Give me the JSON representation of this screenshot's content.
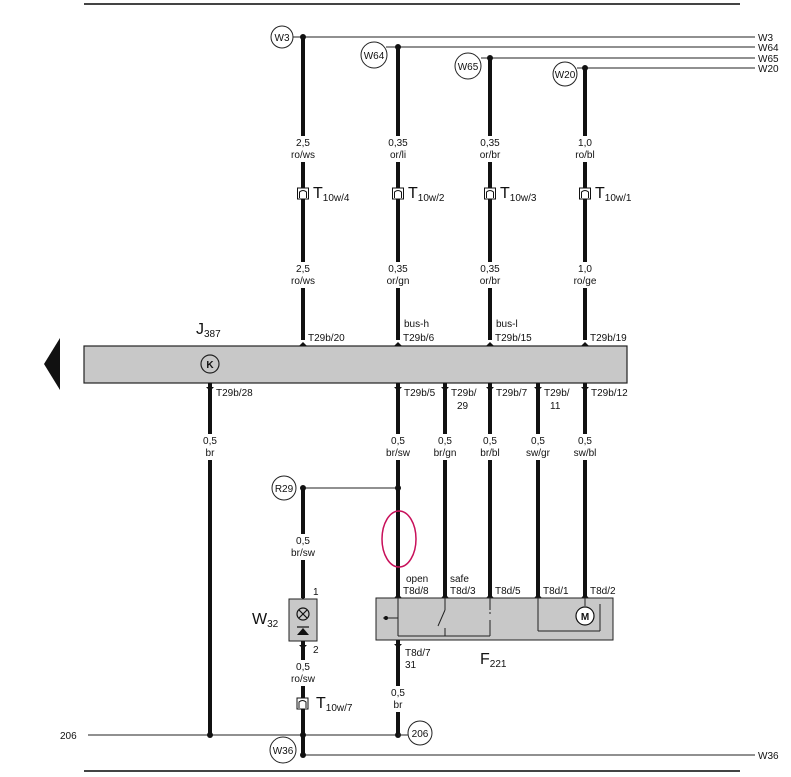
{
  "colors": {
    "module_fill": "#c8c8c8",
    "highlight": "#c8105a",
    "line": "#111111"
  },
  "right_refs": [
    "W3",
    "W64",
    "W65",
    "W20",
    "W36"
  ],
  "top_circles": [
    "W3",
    "W64",
    "W65",
    "W20"
  ],
  "upper_wires": [
    {
      "upper_size": "2,5",
      "upper_color": "ro/ws",
      "connector": "T",
      "connector_sub": "10w/4",
      "lower_size": "2,5",
      "lower_color": "ro/ws",
      "pin": "T29b/20",
      "bus": ""
    },
    {
      "upper_size": "0,35",
      "upper_color": "or/li",
      "connector": "T",
      "connector_sub": "10w/2",
      "lower_size": "0,35",
      "lower_color": "or/gn",
      "pin": "T29b/6",
      "bus": "bus-h"
    },
    {
      "upper_size": "0,35",
      "upper_color": "or/br",
      "connector": "T",
      "connector_sub": "10w/3",
      "lower_size": "0,35",
      "lower_color": "or/br",
      "pin": "T29b/15",
      "bus": "bus-l"
    },
    {
      "upper_size": "1,0",
      "upper_color": "ro/bl",
      "connector": "T",
      "connector_sub": "10w/1",
      "lower_size": "1,0",
      "lower_color": "ro/ge",
      "pin": "T29b/19",
      "bus": ""
    }
  ],
  "module": {
    "label": "J",
    "label_sub": "387",
    "symbol": "K"
  },
  "lower_wires": [
    {
      "pin": "T29b/28",
      "size": "0,5",
      "color": "br"
    },
    {
      "pin": "T29b/5",
      "size": "0,5",
      "color": "br/sw"
    },
    {
      "pin_a": "T29b/",
      "pin_b": "29",
      "size": "0,5",
      "color": "br/gn"
    },
    {
      "pin": "T29b/7",
      "size": "0,5",
      "color": "br/bl"
    },
    {
      "pin_a": "T29b/",
      "pin_b": "11",
      "size": "0,5",
      "color": "sw/gr"
    },
    {
      "pin": "T29b/12",
      "size": "0,5",
      "color": "sw/bl"
    }
  ],
  "r29": {
    "ref": "R29",
    "size": "0,5",
    "color": "br/sw"
  },
  "w32": {
    "label": "W",
    "label_sub": "32",
    "pin_top": "1",
    "pin_bottom": "2",
    "size": "0,5",
    "color": "ro/sw",
    "connector": "T",
    "connector_sub": "10w/7"
  },
  "f221": {
    "label": "F",
    "label_sub": "221",
    "pins": [
      "T8d/8",
      "T8d/3",
      "T8d/5",
      "T8d/1",
      "T8d/2"
    ],
    "open_label": "open",
    "safe_label": "safe",
    "motor": "M",
    "ground_pin": "T8d/7",
    "ground_num": "31",
    "ground_size": "0,5",
    "ground_color": "br"
  },
  "bottom": {
    "left_ref": "206",
    "circle_206": "206",
    "circle_w36": "W36"
  }
}
